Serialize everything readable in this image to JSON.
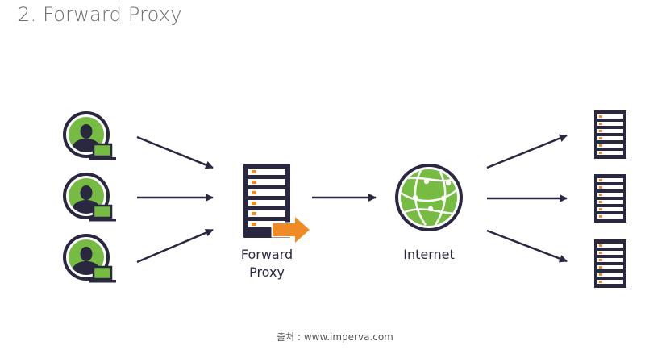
{
  "title": "2. Forward Proxy",
  "nodes": {
    "proxy_label_line1": "Forward",
    "proxy_label_line2": "Proxy",
    "internet_label": "Internet"
  },
  "source": "출처 : www.imperva.com",
  "colors": {
    "dark": "#2a2740",
    "green": "#76bc43",
    "orange": "#f08a24",
    "title": "#6b6b6b"
  },
  "icons": {
    "clients": [
      "user-laptop-icon",
      "user-laptop-icon",
      "user-laptop-icon"
    ],
    "proxy": "server-icon",
    "internet": "globe-icon",
    "servers": [
      "server-icon",
      "server-icon",
      "server-icon"
    ]
  }
}
